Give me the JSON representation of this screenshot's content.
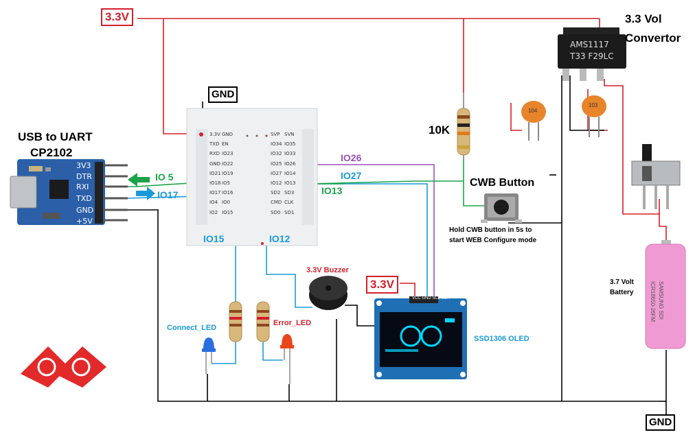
{
  "labels": {
    "vcc_top": "3.3V",
    "convertor_line1": "3.3 Vol",
    "convertor_line2": "Convertor",
    "gnd_top": "GND",
    "usb_line1": "USB to UART",
    "usb_line2": "CP2102",
    "io5": "IO 5",
    "io17": "IO17",
    "io26": "IO26",
    "io27": "IO27",
    "io13": "IO13",
    "io15": "IO15",
    "io12": "IO12",
    "res_10k": "10K",
    "cwb_button": "CWB Button",
    "cwb_note_line1": "Hold CWB button in 5s to",
    "cwb_note_line2": "start WEB Configure mode",
    "buzzer": "3.3V Buzzer",
    "vcc_oled": "3.3V",
    "oled": "SSD1306 OLED",
    "connect_led": "Connect_LED",
    "error_led": "Error_LED",
    "battery_line1": "3.7 Volt",
    "battery_line2": "Battery",
    "gnd_bottom": "GND"
  },
  "uart_pins": [
    "3V3",
    "DTR",
    "RXI",
    "TXD",
    "GND",
    "+5V"
  ],
  "esp_pins_left": [
    "3.3V",
    "GND",
    "TXD",
    "EN",
    "RXD",
    "IO23",
    "GND",
    "IO22",
    "IO21",
    "IO19",
    "IO18",
    "IO5",
    "IO17",
    "IO16",
    "IO4",
    "IO0",
    "IO2",
    "IO15"
  ],
  "esp_pins_right": [
    "SVP",
    "SVN",
    "IO34",
    "IO35",
    "IO32",
    "IO33",
    "IO25",
    "IO26",
    "IO27",
    "IO14",
    "IO12",
    "IO13",
    "SD2",
    "SD3",
    "CMD",
    "CLK",
    "SD0",
    "SD1"
  ],
  "regulator_text": [
    "AMS1117",
    "T33 F29LC"
  ],
  "capacitor_codes": [
    "104",
    "103"
  ],
  "oled_pins": "VCC GND SCL SDA",
  "battery_text": [
    "ICR18650-26FM",
    "SAMSUNG SDI"
  ],
  "colors": {
    "red": "#d21f2a",
    "green": "#1aa34a",
    "blue": "#1a9ad9",
    "purple": "#9b51b5",
    "wire_black": "#000000",
    "uart_board": "#2b5fa8",
    "oled_board": "#1f6fb5",
    "oled_screen": "#00d8ff"
  }
}
